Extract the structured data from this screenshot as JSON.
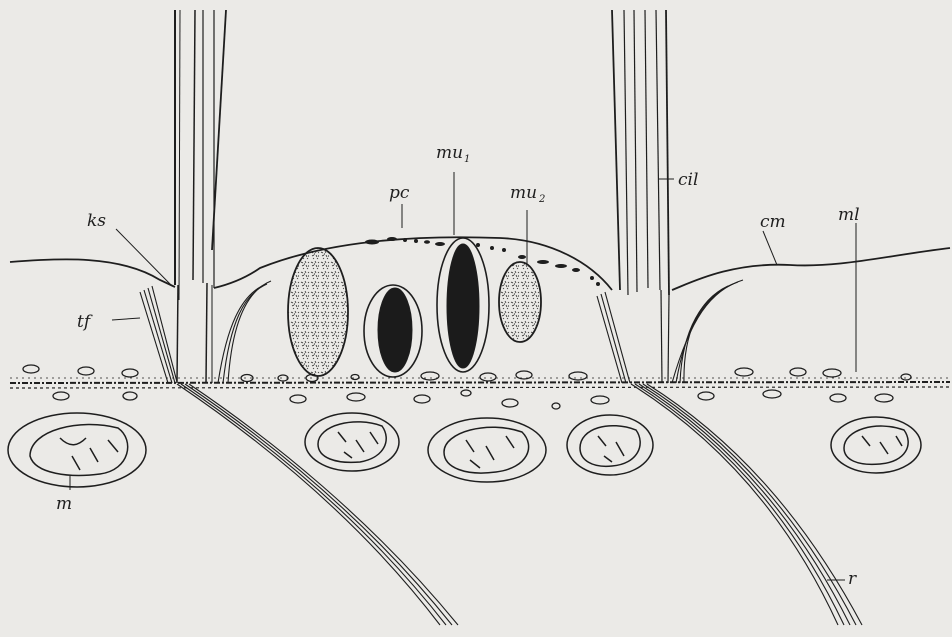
{
  "figure": {
    "background": "#ebeae7",
    "ink": "#1e1e1e",
    "labels": {
      "ks": "ks",
      "tf": "tf",
      "pc": "pc",
      "mu1_base": "mu",
      "mu1_sub": "1",
      "mu2_base": "mu",
      "mu2_sub": "2",
      "cil": "cil",
      "cm": "cm",
      "ml": "ml",
      "m": "m",
      "r": "r"
    }
  }
}
